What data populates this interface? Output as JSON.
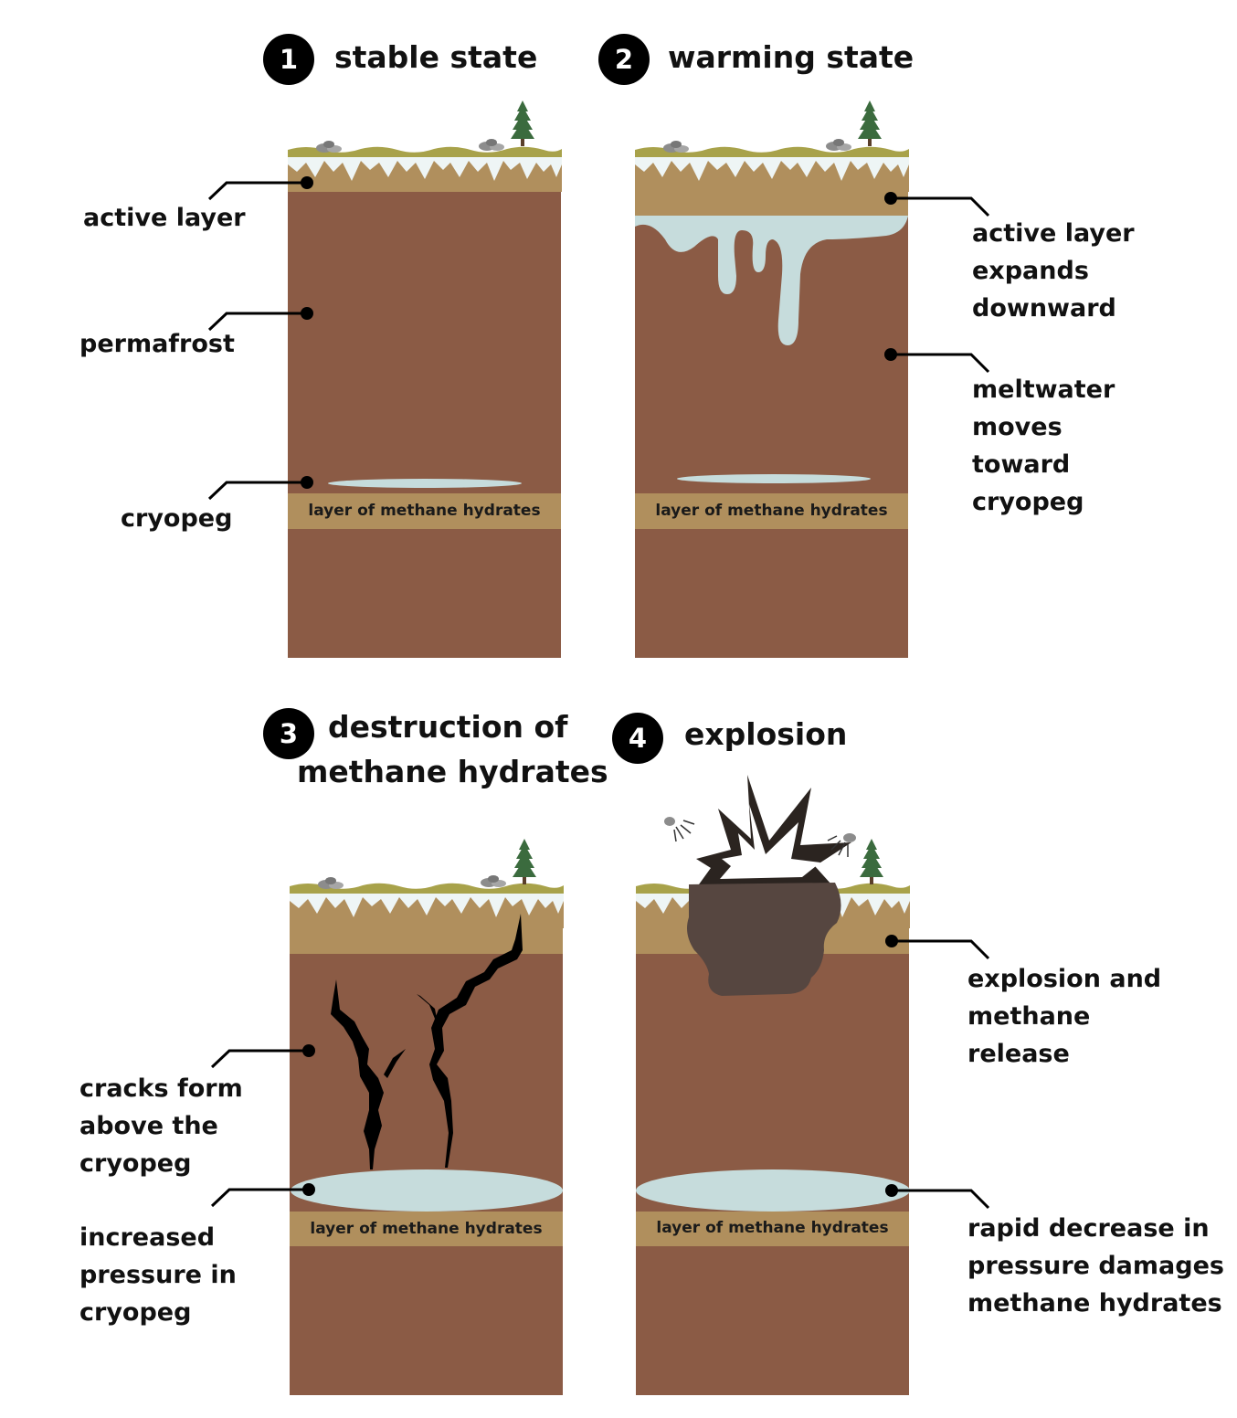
{
  "panels": [
    {
      "number": "1",
      "title": "stable state"
    },
    {
      "number": "2",
      "title": "warming state"
    },
    {
      "number": "3",
      "title_line1": "destruction of",
      "title_line2": "methane hydrates"
    },
    {
      "number": "4",
      "title": "explosion"
    }
  ],
  "band_label": "layer of methane hydrates",
  "labels": {
    "p1_active_layer": "active layer",
    "p1_permafrost": "permafrost",
    "p1_cryopeg": "cryopeg",
    "p2_active_expands": [
      "active layer",
      "expands",
      "downward"
    ],
    "p2_meltwater": [
      "meltwater",
      "moves",
      "toward",
      "cryopeg"
    ],
    "p3_cracks": [
      "cracks form",
      "above the",
      "cryopeg"
    ],
    "p3_pressure": [
      "increased",
      "pressure in",
      "cryopeg"
    ],
    "p4_explosion": [
      "explosion and",
      "methane",
      "release"
    ],
    "p4_rapid": [
      "rapid decrease in",
      "pressure damages",
      "methane hydrates"
    ]
  },
  "colors": {
    "soil": "#8b5b45",
    "active_layer": "#b08f5d",
    "ice": "#c6dcdc",
    "grass": "#a8a24a",
    "crater": "#564640",
    "tree": "#3b6b3e",
    "rock": "#8c8c8c"
  },
  "icons": [
    "tree-icon",
    "rocks-icon",
    "explosion-burst-icon",
    "debris-icon"
  ]
}
